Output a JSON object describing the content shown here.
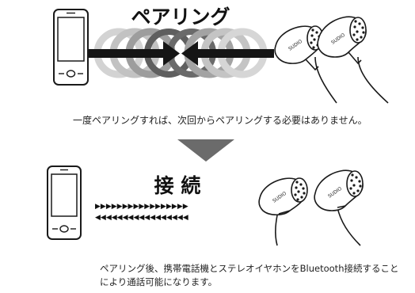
{
  "section_top": {
    "title": "ペアリング",
    "caption": "一度ペアリングすれば、次回からペアリングする必要はありません。"
  },
  "section_bottom": {
    "title": "接 続",
    "arrow_row_right": "▶▶▶▶▶▶▶▶▶▶▶▶▶▶▶▶▶",
    "arrow_row_left": "◀◀◀◀◀◀◀◀◀◀◀◀◀◀◀◀◀",
    "caption_line1": "ペアリング後、携帯電話機とステレオイヤホンをBluetooth接続すること",
    "caption_line2": "により通話可能になります。"
  },
  "earbud_brand": "SUDIO",
  "icons": {
    "phone": "smartphone-icon",
    "earphones": "earphones-icon",
    "down_arrow": "down-triangle-icon"
  },
  "colors": {
    "ring_light": "#cfcfcf",
    "ring_mid": "#a9a9a9",
    "ring_dark": "#6f6f6f",
    "arrow_gray": "#6b6b6b",
    "ink": "#111111"
  }
}
